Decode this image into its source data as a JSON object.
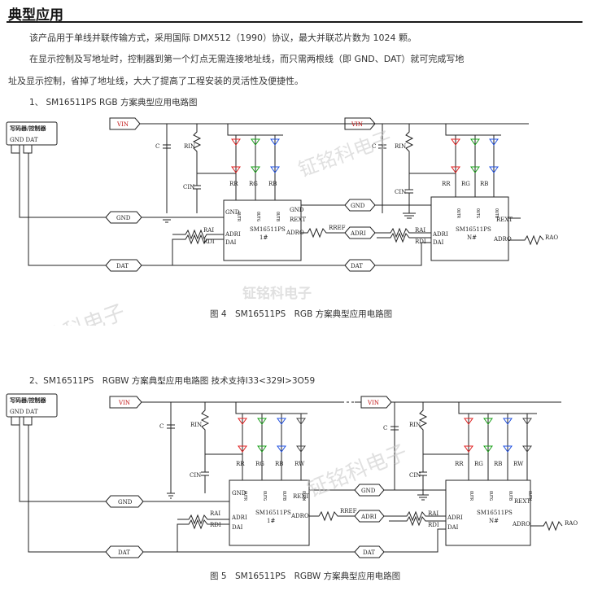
{
  "section_title": "典型应用",
  "paragraphs": [
    "该产品用于单线并联传输方式，采用国际 DMX512（1990）协议，最大并联芯片数为 1024 颗。",
    "在显示控制及写地址时，控制器到第一个灯点无需连接地址线，而只需两根线（即 GND、DAT）就可完成写地",
    "址及显示控制，省掉了地址线，大大了提高了工程安装的灵活性及便捷性。"
  ],
  "diagram1": {
    "subtitle": "1、 SM16511PS RGB 方案典型应用电路图",
    "caption": "图 4　SM16511PS　RGB 方案典型应用电路图",
    "controller": "写码器/控制器",
    "ctrl_pins": "GND DAT",
    "vin": "VIN",
    "gnd": "GND",
    "dat": "DAT",
    "adri": "ADRI",
    "chip1": "SM16511PS",
    "chip1_no": "1#",
    "chipN_no": "N#",
    "c": "C",
    "rin": "RIN",
    "cin": "CIN",
    "rr": "RR",
    "rg": "RG",
    "rb": "RB",
    "rref": "RREF",
    "rdi": "RDI",
    "rai": "RAI",
    "rao": "RAO",
    "pin_gnd": "GND",
    "pin_rext": "REXT",
    "pin_adri": "ADRI",
    "pin_dai": "DAI",
    "pin_adro": "ADRO",
    "pin_outs": [
      "OUTR",
      "OUTG",
      "OUTB"
    ]
  },
  "diagram2": {
    "subtitle": "2、SM16511PS　RGBW 方案典型应用电路图 技术支持I33<329I>3O59",
    "caption": "图 5　SM16511PS　RGBW 方案典型应用电路图",
    "rw": "RW",
    "pin_outs": [
      "OUTR",
      "OUTG",
      "OUTB",
      "OUTW"
    ]
  },
  "watermark": "钲铭科电子",
  "colors": {
    "red": "#e02020",
    "green": "#18a018",
    "blue": "#2050e0",
    "white_led": "#444444",
    "wire": "#222222"
  }
}
